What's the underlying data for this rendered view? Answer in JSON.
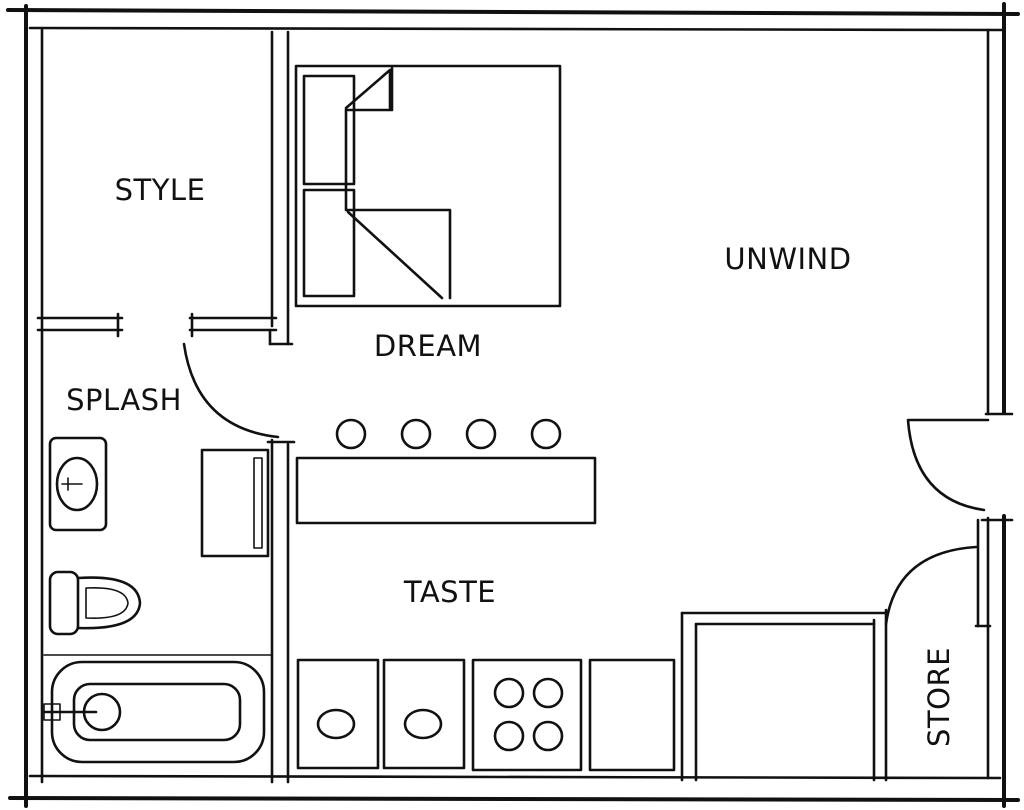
{
  "rooms": {
    "style": "STYLE",
    "unwind": "UNWIND",
    "dream": "DREAM",
    "splash": "SPLASH",
    "taste": "TASTE",
    "store": "STORE"
  },
  "colors": {
    "ink": "#111111",
    "background": "#ffffff"
  }
}
